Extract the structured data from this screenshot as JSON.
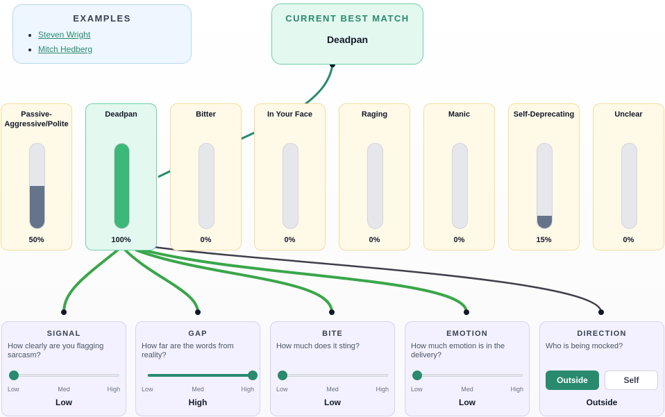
{
  "examples": {
    "title": "EXAMPLES",
    "items": [
      "Steven Wright",
      "Mitch Hedberg"
    ]
  },
  "best_match": {
    "title": "CURRENT BEST MATCH",
    "value": "Deadpan"
  },
  "categories": [
    {
      "name": "Passive-Aggressive/Polite",
      "value": 50,
      "label": "50%"
    },
    {
      "name": "Deadpan",
      "value": 100,
      "label": "100%",
      "active": true
    },
    {
      "name": "Bitter",
      "value": 0,
      "label": "0%"
    },
    {
      "name": "In Your Face",
      "value": 0,
      "label": "0%"
    },
    {
      "name": "Raging",
      "value": 0,
      "label": "0%"
    },
    {
      "name": "Manic",
      "value": 0,
      "label": "0%"
    },
    {
      "name": "Self-Deprecating",
      "value": 15,
      "label": "15%"
    },
    {
      "name": "Unclear",
      "value": 0,
      "label": "0%"
    }
  ],
  "dimensions": [
    {
      "title": "SIGNAL",
      "question": "How clearly are you flagging sarcasm?",
      "value": 0,
      "current": "Low"
    },
    {
      "title": "GAP",
      "question": "How far are the words from reality?",
      "value": 1,
      "current": "High"
    },
    {
      "title": "BITE",
      "question": "How much does it sting?",
      "value": 0,
      "current": "Low"
    },
    {
      "title": "EMOTION",
      "question": "How much emotion is in the delivery?",
      "value": 0,
      "current": "Low"
    }
  ],
  "scale_labels": {
    "low": "Low",
    "med": "Med",
    "high": "High"
  },
  "direction": {
    "title": "DIRECTION",
    "question": "Who is being mocked?",
    "options": [
      "Outside",
      "Self"
    ],
    "selected": "Outside",
    "current": "Outside"
  },
  "colors": {
    "accent": "#2a8a6e",
    "active_fill": "#3cb878",
    "neutral_fill": "#64748b",
    "wire_dark": "#3f3f4a"
  }
}
